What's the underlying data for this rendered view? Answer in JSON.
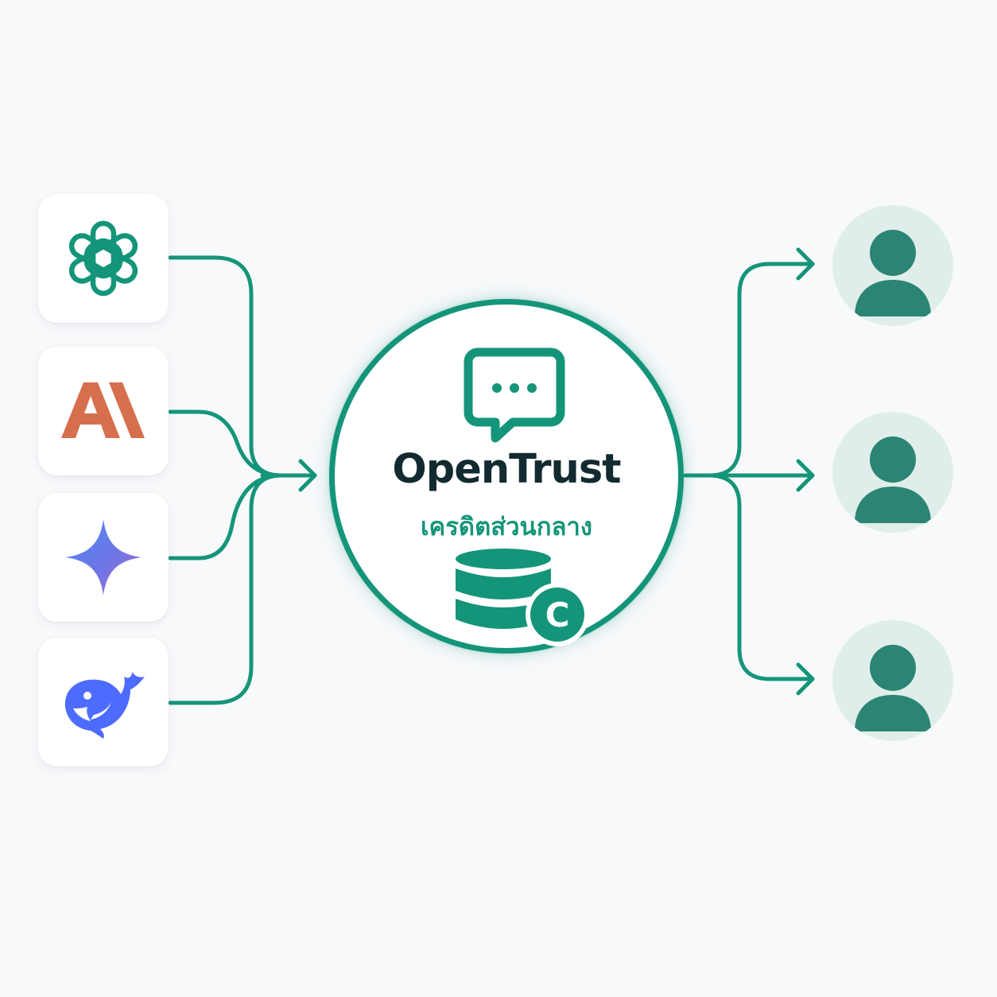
{
  "colors": {
    "background": "#f8f9fb",
    "accent": "#14957a",
    "avatar_fill": "#2b8572",
    "avatar_bg": "#dfeeea",
    "title_text": "#122a30",
    "anthropic_orange": "#d66f4e",
    "deepseek_blue": "#4d6bfe",
    "gemini_blue": "#4f8df7",
    "gemini_purple": "#9b72cb"
  },
  "providers": [
    {
      "id": "openai",
      "icon": "openai-knot-icon"
    },
    {
      "id": "anthropic",
      "icon": "anthropic-ai-logo",
      "logo_text": "AI"
    },
    {
      "id": "gemini",
      "icon": "gemini-sparkle-icon"
    },
    {
      "id": "deepseek",
      "icon": "deepseek-whale-icon"
    }
  ],
  "hub": {
    "title": "OpenTrust",
    "subtitle": "เครดิตส่วนกลาง",
    "top_icon": "chat-bubble-icon",
    "bottom_icon": "database-credit-icon",
    "badge_letter": "C"
  },
  "users": [
    {
      "icon": "user-icon"
    },
    {
      "icon": "user-icon"
    },
    {
      "icon": "user-icon"
    }
  ]
}
